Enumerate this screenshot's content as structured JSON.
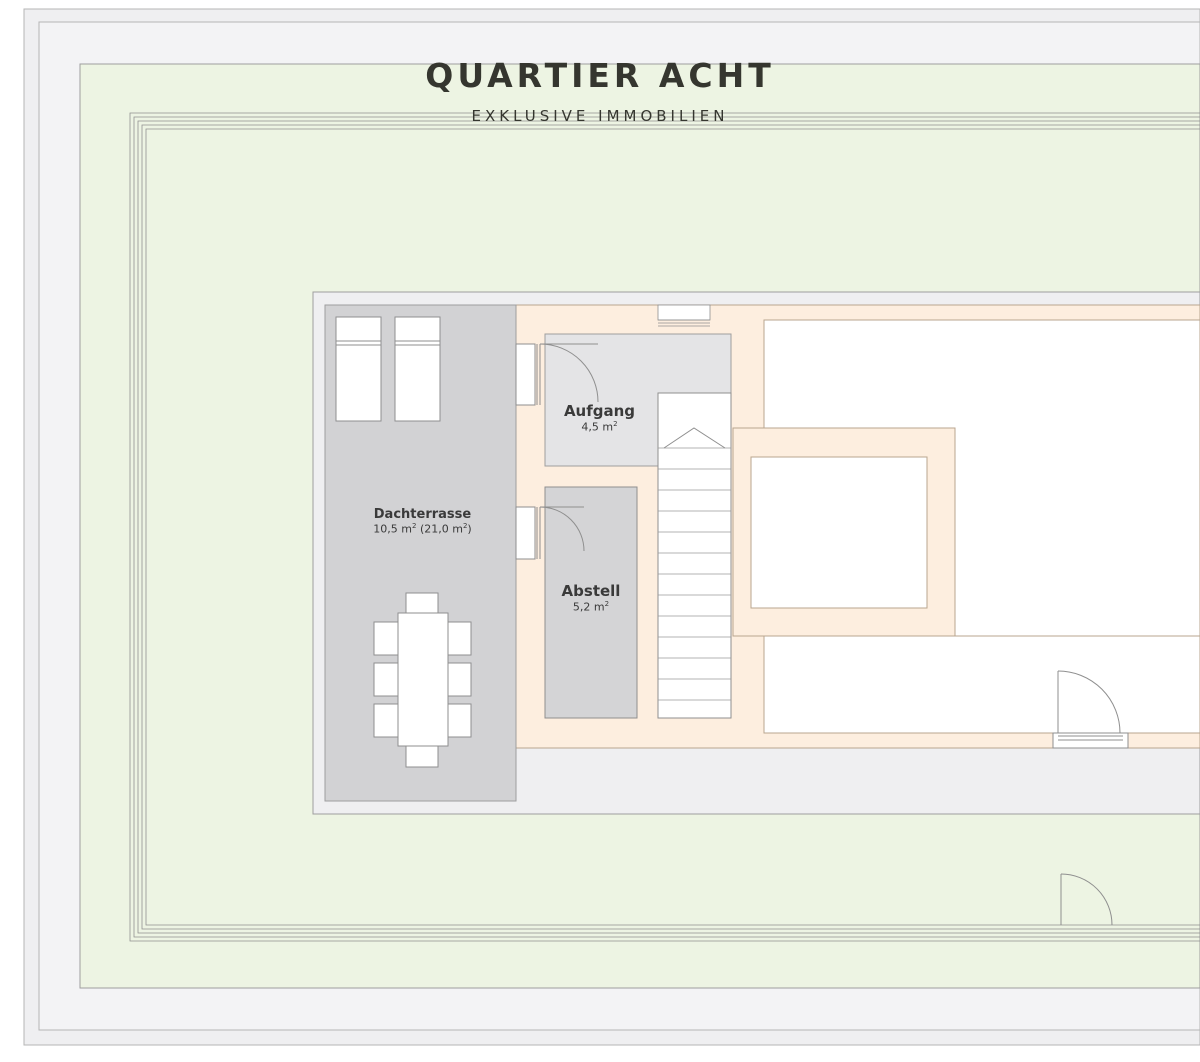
{
  "logo": {
    "title": "QUARTIER ACHT",
    "subtitle": "EXKLUSIVE IMMOBILIEN"
  },
  "rooms": {
    "dachterrasse": {
      "name": "Dachterrasse",
      "area": "10,5 m",
      "area_extra_a": " (21,0 m",
      "area_extra_b": ")"
    },
    "aufgang": {
      "name": "Aufgang",
      "area": "4,5 m"
    },
    "abstell": {
      "name": "Abstell",
      "area": "5,2 m"
    }
  },
  "area_unit_superscript": "2",
  "colors": {
    "green_roof": "#edf4e3",
    "walls": "#fdeedf",
    "terrace": "#d2d2d4",
    "storage": "#d4d4d6",
    "stair_hall": "#e4e4e6",
    "frame": "#efeff1",
    "outline": "#9e9e9e"
  }
}
